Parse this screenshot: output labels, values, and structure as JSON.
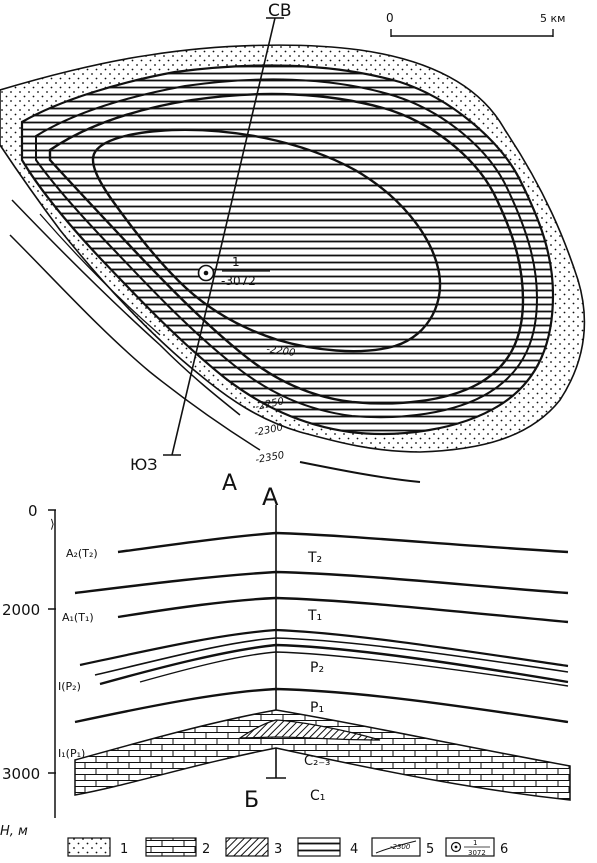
{
  "map": {
    "direction_ne": "СВ",
    "direction_sw": "ЮЗ",
    "panel_label": "А",
    "section_point_label": "А",
    "well": {
      "number": "1",
      "depth": "-3072"
    },
    "isolines": [
      "-2200",
      "-2250",
      "-2300",
      "-2350"
    ],
    "scale": {
      "start": "0",
      "end": "5 км"
    }
  },
  "section": {
    "panel_label": "Б",
    "depth_ticks": [
      "0",
      "2000",
      "3000"
    ],
    "axis_label": "H, м",
    "horizon_labels": [
      "A₂(T₂)",
      "A₁(T₁)",
      "I(P₂)",
      "I₁(P₁)"
    ],
    "strata": [
      "T₂",
      "T₁",
      "P₂",
      "P₁",
      "C₂₋₃",
      "C₁"
    ],
    "tick_mark": "⟩"
  },
  "legend": {
    "items": [
      {
        "num": "1",
        "pattern": "dots"
      },
      {
        "num": "2",
        "pattern": "brick"
      },
      {
        "num": "3",
        "pattern": "hatch"
      },
      {
        "num": "4",
        "pattern": "lines"
      },
      {
        "num": "5",
        "pattern": "isoline",
        "sample": "-2300"
      },
      {
        "num": "6",
        "pattern": "well",
        "sample_num": "1",
        "sample_depth": "3072"
      }
    ]
  }
}
